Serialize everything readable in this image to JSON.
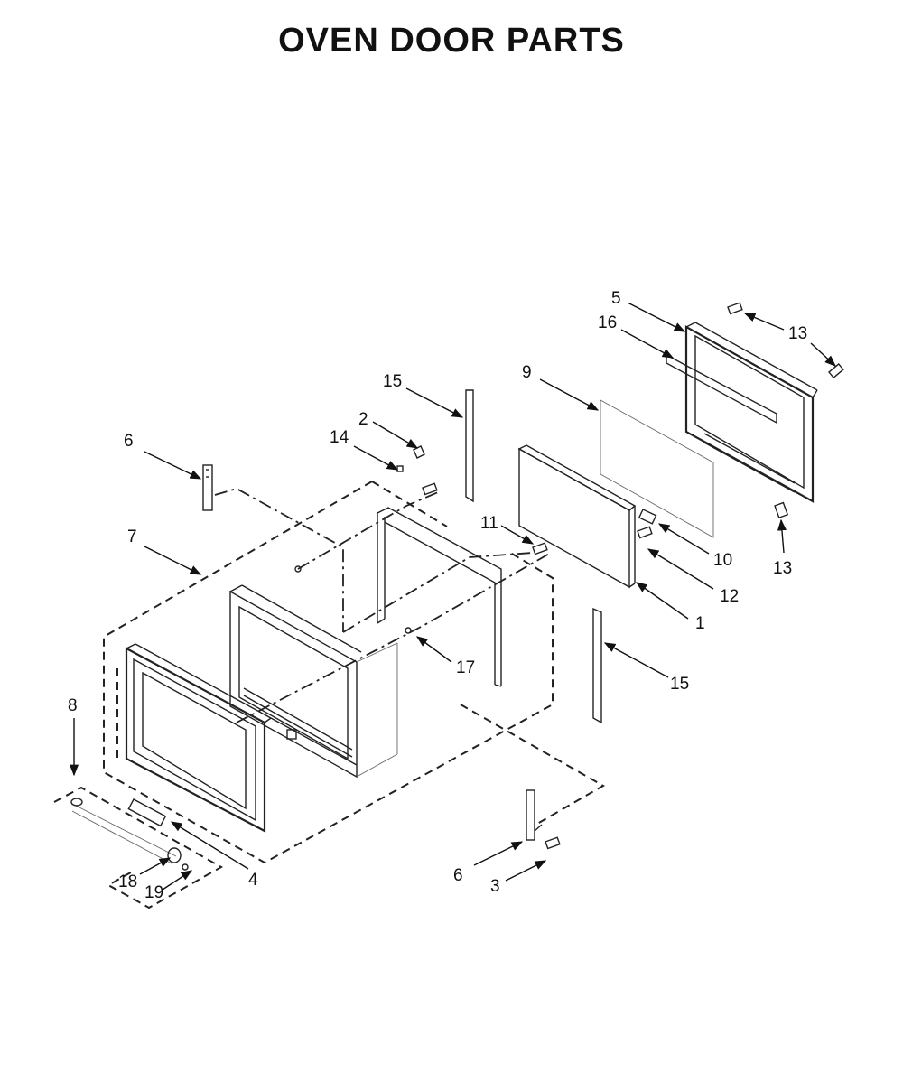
{
  "title": "OVEN DOOR PARTS",
  "callouts": {
    "c1": "1",
    "c2": "2",
    "c3": "3",
    "c4": "4",
    "c5": "5",
    "c6a": "6",
    "c6b": "6",
    "c7": "7",
    "c8": "8",
    "c9": "9",
    "c10": "10",
    "c11": "11",
    "c12": "12",
    "c13a": "13",
    "c13b": "13",
    "c14": "14",
    "c15a": "15",
    "c15b": "15",
    "c16": "16",
    "c17": "17",
    "c18": "18",
    "c19": "19"
  }
}
